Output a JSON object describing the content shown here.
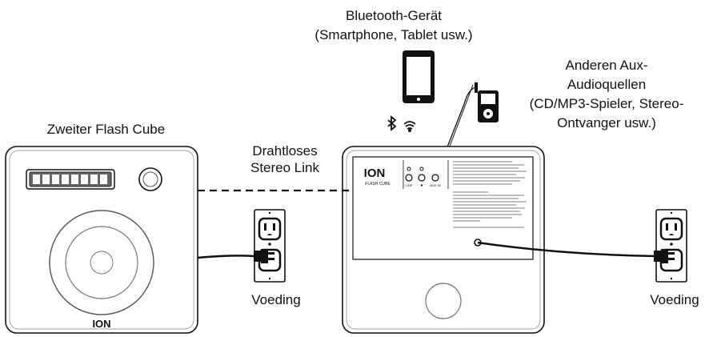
{
  "labels": {
    "bluetooth_device": [
      "Bluetooth-Gerät",
      "(Smartphone, Tablet usw.)"
    ],
    "aux_sources": [
      "Anderen Aux-",
      "Audioquellen",
      "(CD/MP3-Spieler, Stereo-",
      "Ontvanger usw.)"
    ],
    "second_cube": "Zweiter Flash Cube",
    "wireless_link": [
      "Drahtloses",
      "Stereo Link"
    ],
    "power_left": "Voeding",
    "power_right": "Voeding"
  },
  "device": {
    "logo": "ION",
    "model": "FLASH CUBE",
    "second_logo": "ION",
    "panel_labels": [
      "LINK",
      "✱",
      "AUX IN"
    ]
  },
  "colors": {
    "line": "#111111",
    "fill": "#ffffff",
    "screen": "#555555"
  }
}
